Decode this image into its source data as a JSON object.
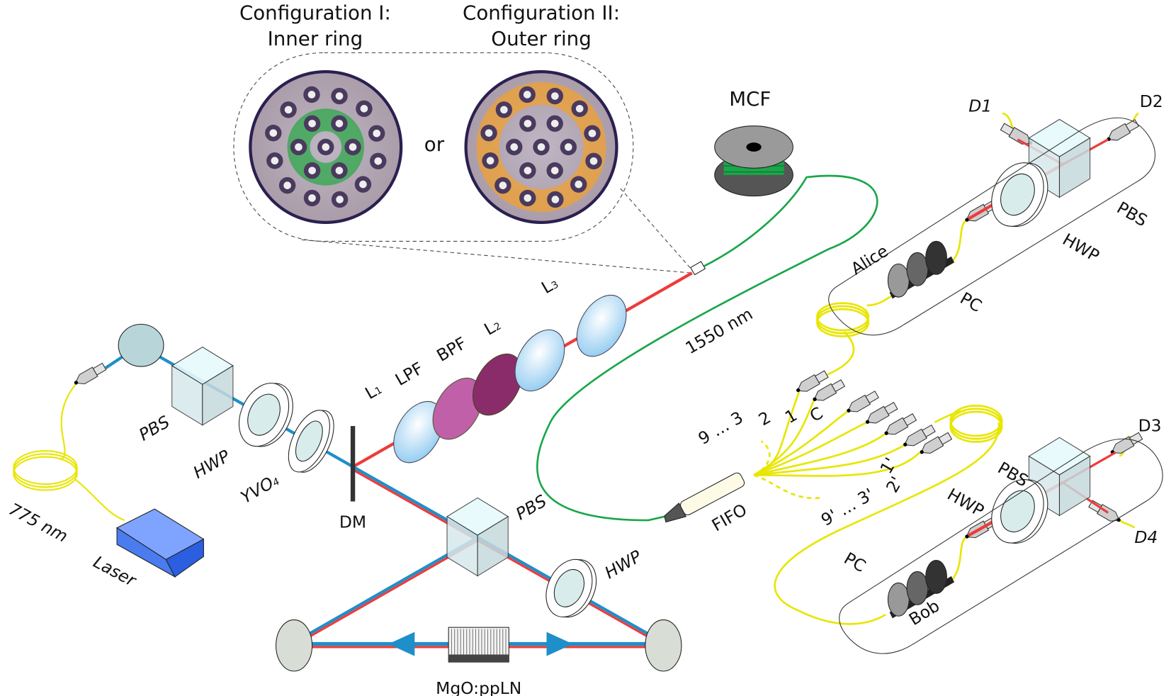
{
  "inset": {
    "config1_line1": "Configuration I:",
    "config1_line2": "Inner ring",
    "config2_line1": "Configuration II:",
    "config2_line2": "Outer ring",
    "or": "or"
  },
  "source": {
    "laser": "Laser",
    "wavelength_pump": "775 nm",
    "pbs": "PBS",
    "hwp": "HWP",
    "yvo4": "YVO",
    "yvo4_sub": "4",
    "dm": "DM",
    "pbs2": "PBS",
    "hwp2": "HWP",
    "crystal": "MgO:ppLN"
  },
  "filters": {
    "l1": "L",
    "l1_sub": "1",
    "lpf": "LPF",
    "bpf": "BPF",
    "l2": "L",
    "l2_sub": "2",
    "l3": "L",
    "l3_sub": "3"
  },
  "fiber": {
    "mcf": "MCF",
    "wavelength_signal": "1550 nm",
    "fifo": "FIFO",
    "ports_upper_range": "9 … 3",
    "port_2": "2",
    "port_1": "1",
    "port_c": "C",
    "port_1p": "1'",
    "port_2p": "2'",
    "ports_lower_range": "9' … 3'"
  },
  "alice": {
    "name": "Alice",
    "pc": "PC",
    "hwp": "HWP",
    "pbs": "PBS",
    "d1": "D1",
    "d2": "D2"
  },
  "bob": {
    "name": "Bob",
    "pc": "PC",
    "hwp": "HWP",
    "pbs": "PBS",
    "d3": "D3",
    "d4": "D4"
  },
  "colors": {
    "pump_beam": "#1f8fc9",
    "signal_beam": "#ee3b3b",
    "mcf_fiber": "#1aa64a",
    "smf_fiber": "#e8e600",
    "inner_ring": "#2ea84a",
    "outer_ring": "#f0a030",
    "laser": "#4a7cf0"
  }
}
